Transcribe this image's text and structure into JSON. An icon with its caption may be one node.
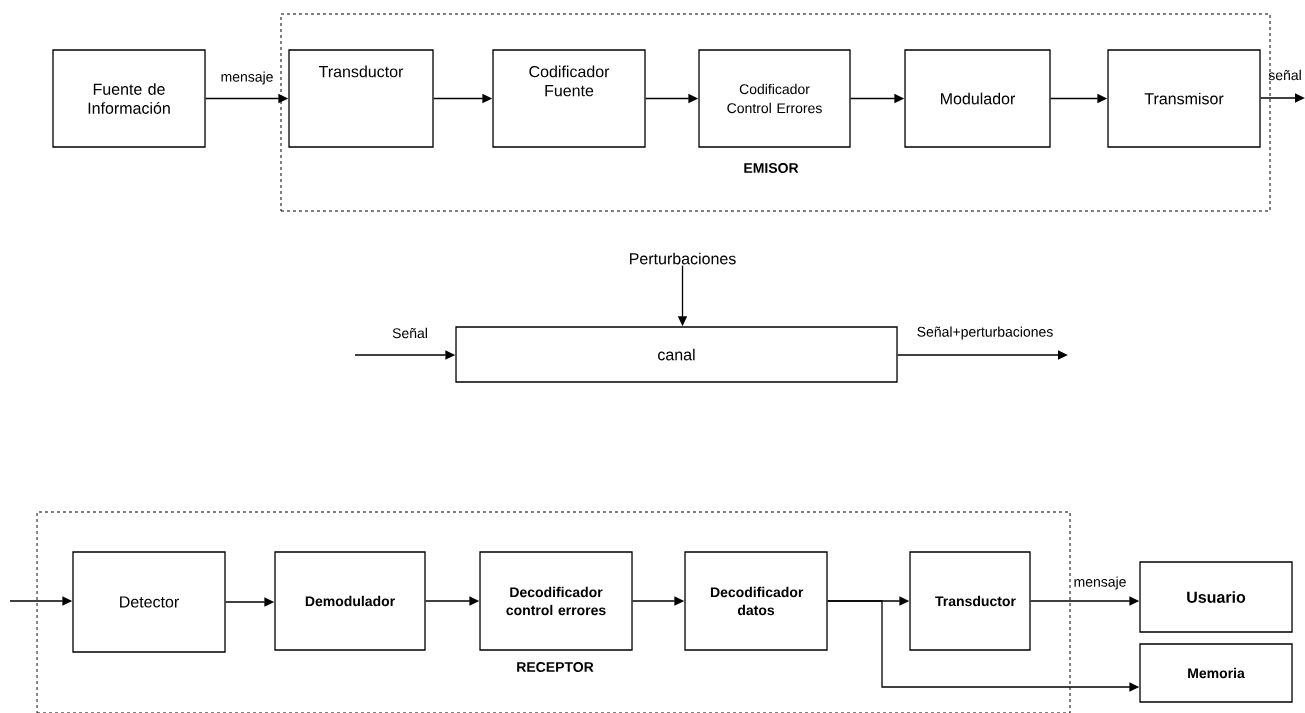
{
  "diagram": {
    "nodes": [
      {
        "text": [
          "EMISOR"
        ]
      },
      {
        "text": [
          "Fuente de Información"
        ]
      },
      {
        "text": [
          "Transductor"
        ],
        "in": 0
      },
      {
        "text": [
          "Codificador Fuente"
        ],
        "in": 0
      },
      {
        "text": [
          "Codificador Control Errores"
        ],
        "in": 0
      },
      {
        "text": [
          "Modulador"
        ],
        "in": 0
      },
      {
        "text": [
          "Transmisor"
        ],
        "in": 0
      },
      {
        "text": [
          "canal"
        ]
      },
      {
        "text": [
          "Perturbaciones"
        ]
      },
      {
        "text": [
          "RECEPTOR"
        ]
      },
      {
        "text": [
          "Detector"
        ],
        "in": 9
      },
      {
        "text": [
          "Demodulador"
        ],
        "in": 9
      },
      {
        "text": [
          "Decodificador control errores"
        ],
        "in": 9
      },
      {
        "text": [
          "Decodificador datos"
        ],
        "in": 9
      },
      {
        "text": [
          "Transductor"
        ],
        "in": 9
      },
      {
        "text": [
          "Usuario"
        ]
      },
      {
        "text": [
          "Memoria"
        ]
      }
    ],
    "edges": [
      {
        "from": 1,
        "to": 2,
        "arrow": "to",
        "label": "mensaje"
      },
      {
        "from": 2,
        "to": 3,
        "arrow": "to"
      },
      {
        "from": 3,
        "to": 4,
        "arrow": "to"
      },
      {
        "from": 4,
        "to": 5,
        "arrow": "to"
      },
      {
        "from": 5,
        "to": 6,
        "arrow": "to"
      },
      {
        "from": 6,
        "to": null,
        "arrow": "to",
        "label": "señal"
      },
      {
        "from": null,
        "to": 7,
        "arrow": "to",
        "label": "Señal"
      },
      {
        "from": 8,
        "to": 7,
        "arrow": "to"
      },
      {
        "from": 7,
        "to": null,
        "arrow": "to",
        "label": "Señal+perturbaciones"
      },
      {
        "from": null,
        "to": 10,
        "arrow": "to"
      },
      {
        "from": 10,
        "to": 11,
        "arrow": "to"
      },
      {
        "from": 11,
        "to": 12,
        "arrow": "to"
      },
      {
        "from": 12,
        "to": 13,
        "arrow": "to"
      },
      {
        "from": 13,
        "to": 14,
        "arrow": "to"
      },
      {
        "from": 13,
        "to": 16,
        "arrow": "to"
      },
      {
        "from": 14,
        "to": 15,
        "arrow": "to",
        "label": "mensaje"
      }
    ]
  }
}
